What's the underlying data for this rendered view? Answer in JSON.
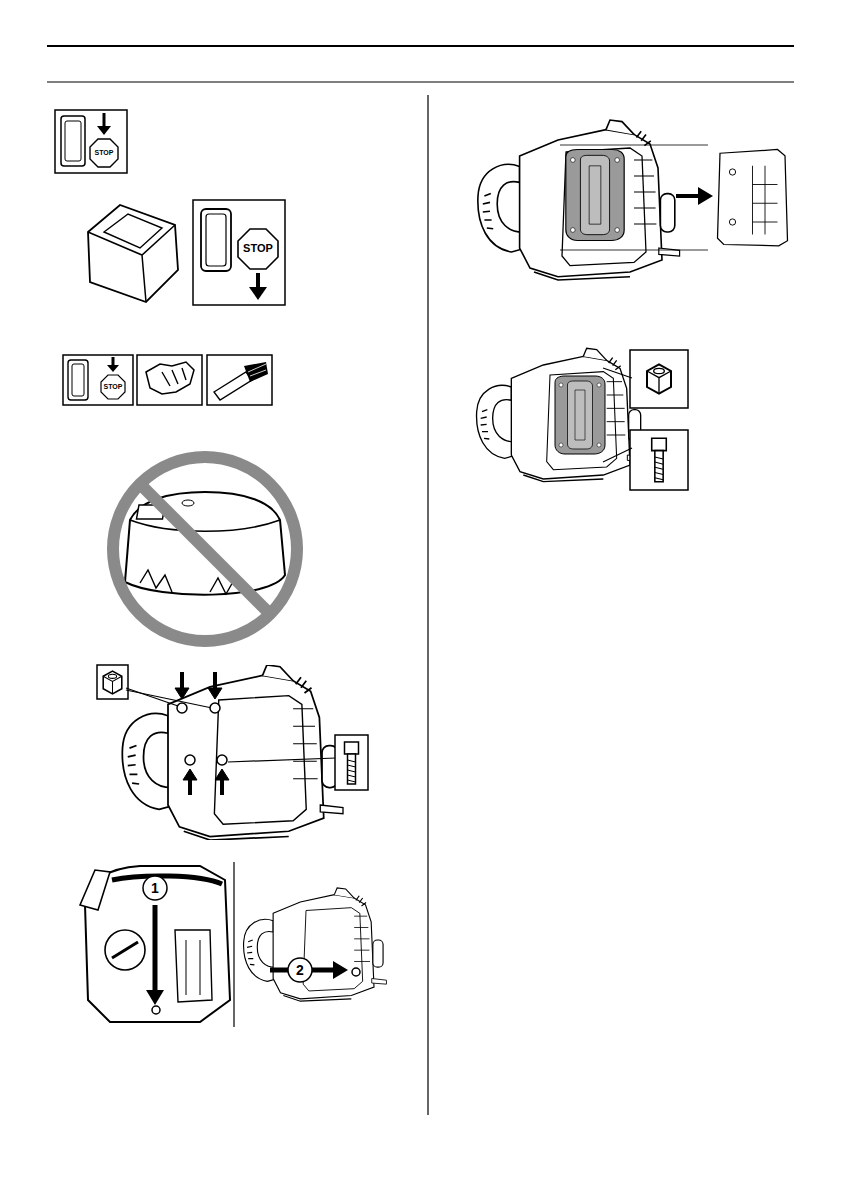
{
  "diagram": {
    "labels": [
      "STOP",
      "STOP",
      "STOP",
      "1",
      "2"
    ]
  }
}
